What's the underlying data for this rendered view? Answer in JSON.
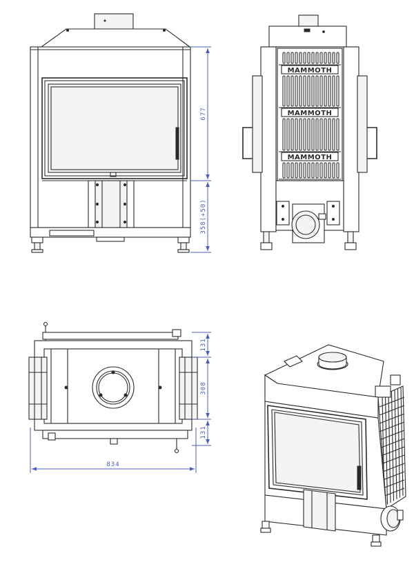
{
  "colors": {
    "line": "#2a2a2a",
    "dimension": "#4a5cc0",
    "background": "#ffffff"
  },
  "brand": {
    "logo_text": "MAMMOTH"
  },
  "dimensions": {
    "front_upper_height": "677",
    "front_lower_height": "358(+50)",
    "top_depth_front": "131",
    "top_depth_middle": "308",
    "top_depth_back": "131",
    "top_width": "834"
  }
}
